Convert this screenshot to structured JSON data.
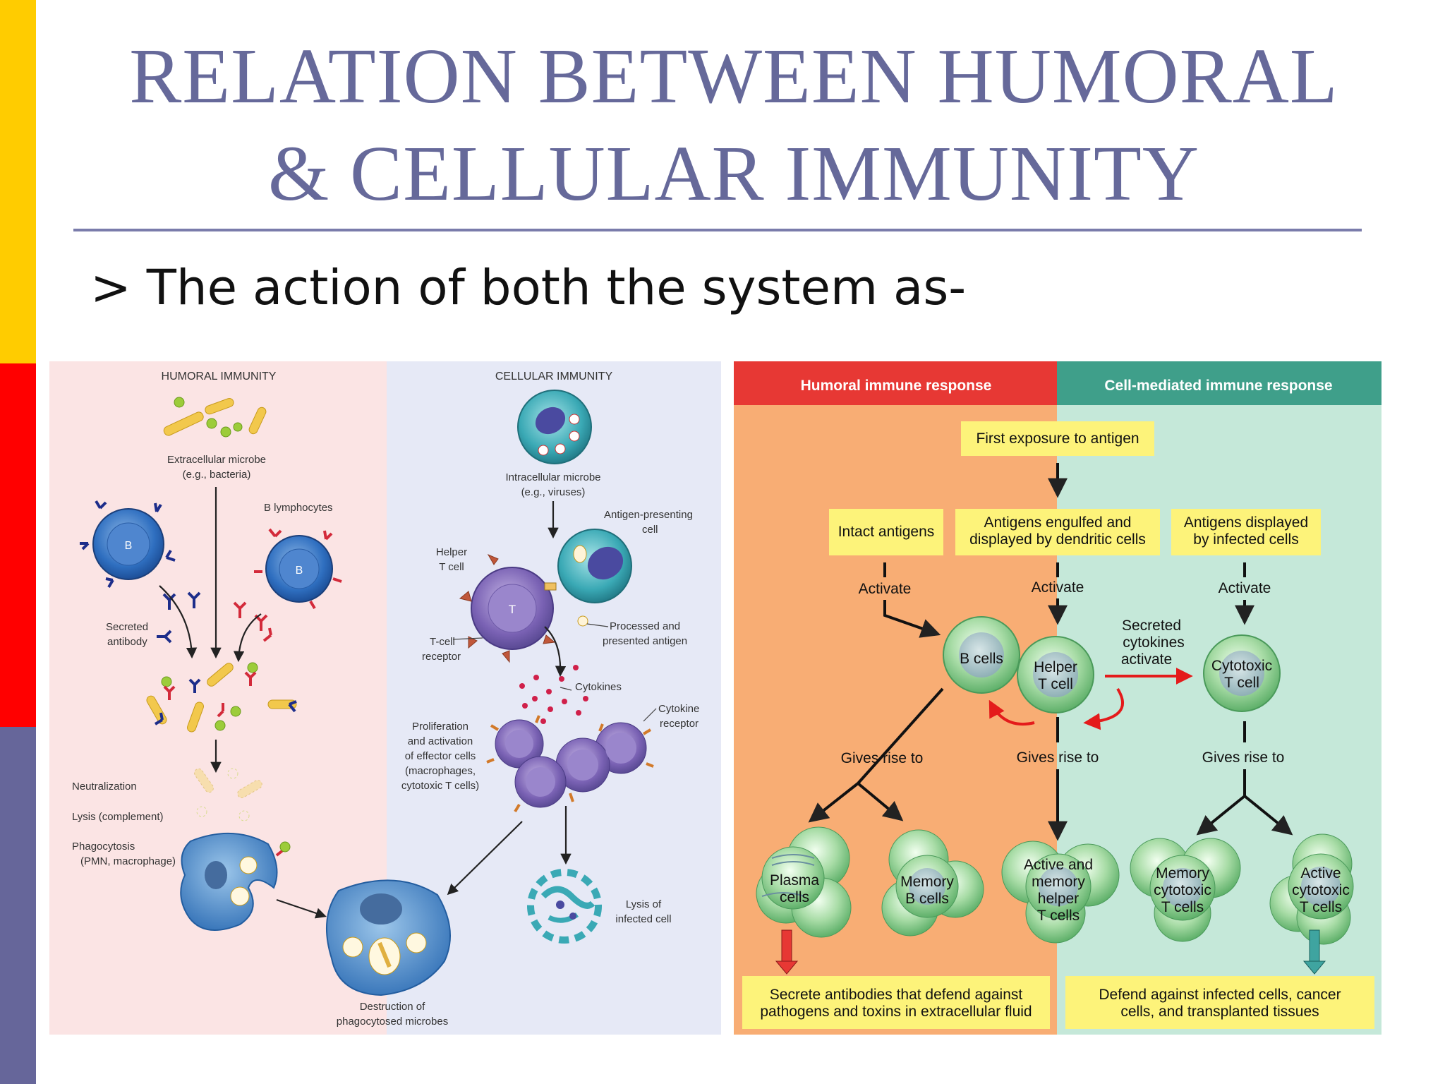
{
  "slide": {
    "title_line1": "RELATION BETWEEN HUMORAL",
    "title_line2": "& CELLULAR IMMUNITY",
    "subtitle": "> The action of both the system as-",
    "accent_colors": [
      "#ffcc00",
      "#ff0000",
      "#66669a"
    ]
  },
  "left_figure": {
    "humoral": {
      "heading": "HUMORAL IMMUNITY",
      "microbe_l1": "Extracellular microbe",
      "microbe_l2": "(e.g., bacteria)",
      "b_lymphocytes": "B lymphocytes",
      "b_letter": "B",
      "secreted_l1": "Secreted",
      "secreted_l2": "antibody",
      "neutralization": "Neutralization",
      "lysis": "Lysis (complement)",
      "phago_l1": "Phagocytosis",
      "phago_l2": "(PMN, macrophage)",
      "destruction_l1": "Destruction of",
      "destruction_l2": "phagocytosed microbes"
    },
    "cellular": {
      "heading": "CELLULAR IMMUNITY",
      "microbe_l1": "Intracellular microbe",
      "microbe_l2": "(e.g., viruses)",
      "apc_l1": "Antigen-presenting",
      "apc_l2": "cell",
      "helper_l1": "Helper",
      "helper_l2": "T cell",
      "t_letter": "T",
      "tcr_l1": "T-cell",
      "tcr_l2": "receptor",
      "processed_l1": "Processed and",
      "processed_l2": "presented antigen",
      "cytokines": "Cytokines",
      "cyto_rec_l1": "Cytokine",
      "cyto_rec_l2": "receptor",
      "prolif": [
        "Proliferation",
        "and activation",
        "of effector cells",
        "(macrophages,",
        "cytotoxic T cells)"
      ],
      "lysis_l1": "Lysis of",
      "lysis_l2": "infected cell"
    }
  },
  "right_figure": {
    "humoral_header": "Humoral immune response",
    "cell_header": "Cell-mediated immune response",
    "first_exposure": "First exposure to antigen",
    "intact": "Intact antigens",
    "engulfed_l1": "Antigens engulfed and",
    "engulfed_l2": "displayed by dendritic cells",
    "displayed_l1": "Antigens displayed",
    "displayed_l2": "by infected cells",
    "activate": "Activate",
    "b_cells": "B cells",
    "helper_l1": "Helper",
    "helper_l2": "T cell",
    "secreted": [
      "Secreted",
      "cytokines",
      "activate"
    ],
    "cytotoxic_l1": "Cytotoxic",
    "cytotoxic_l2": "T cell",
    "gives_rise": "Gives rise to",
    "plasma_l1": "Plasma",
    "plasma_l2": "cells",
    "memory_b_l1": "Memory",
    "memory_b_l2": "B cells",
    "active_memory": [
      "Active and",
      "memory",
      "helper",
      "T cells"
    ],
    "memory_cyto": [
      "Memory",
      "cytotoxic",
      "T cells"
    ],
    "active_cyto": [
      "Active",
      "cytotoxic",
      "T cells"
    ],
    "secrete_l1": "Secrete antibodies that defend against",
    "secrete_l2": "pathogens and toxins in extracellular fluid",
    "defend_l1": "Defend against infected cells, cancer",
    "defend_l2": "cells, and transplanted tissues"
  }
}
